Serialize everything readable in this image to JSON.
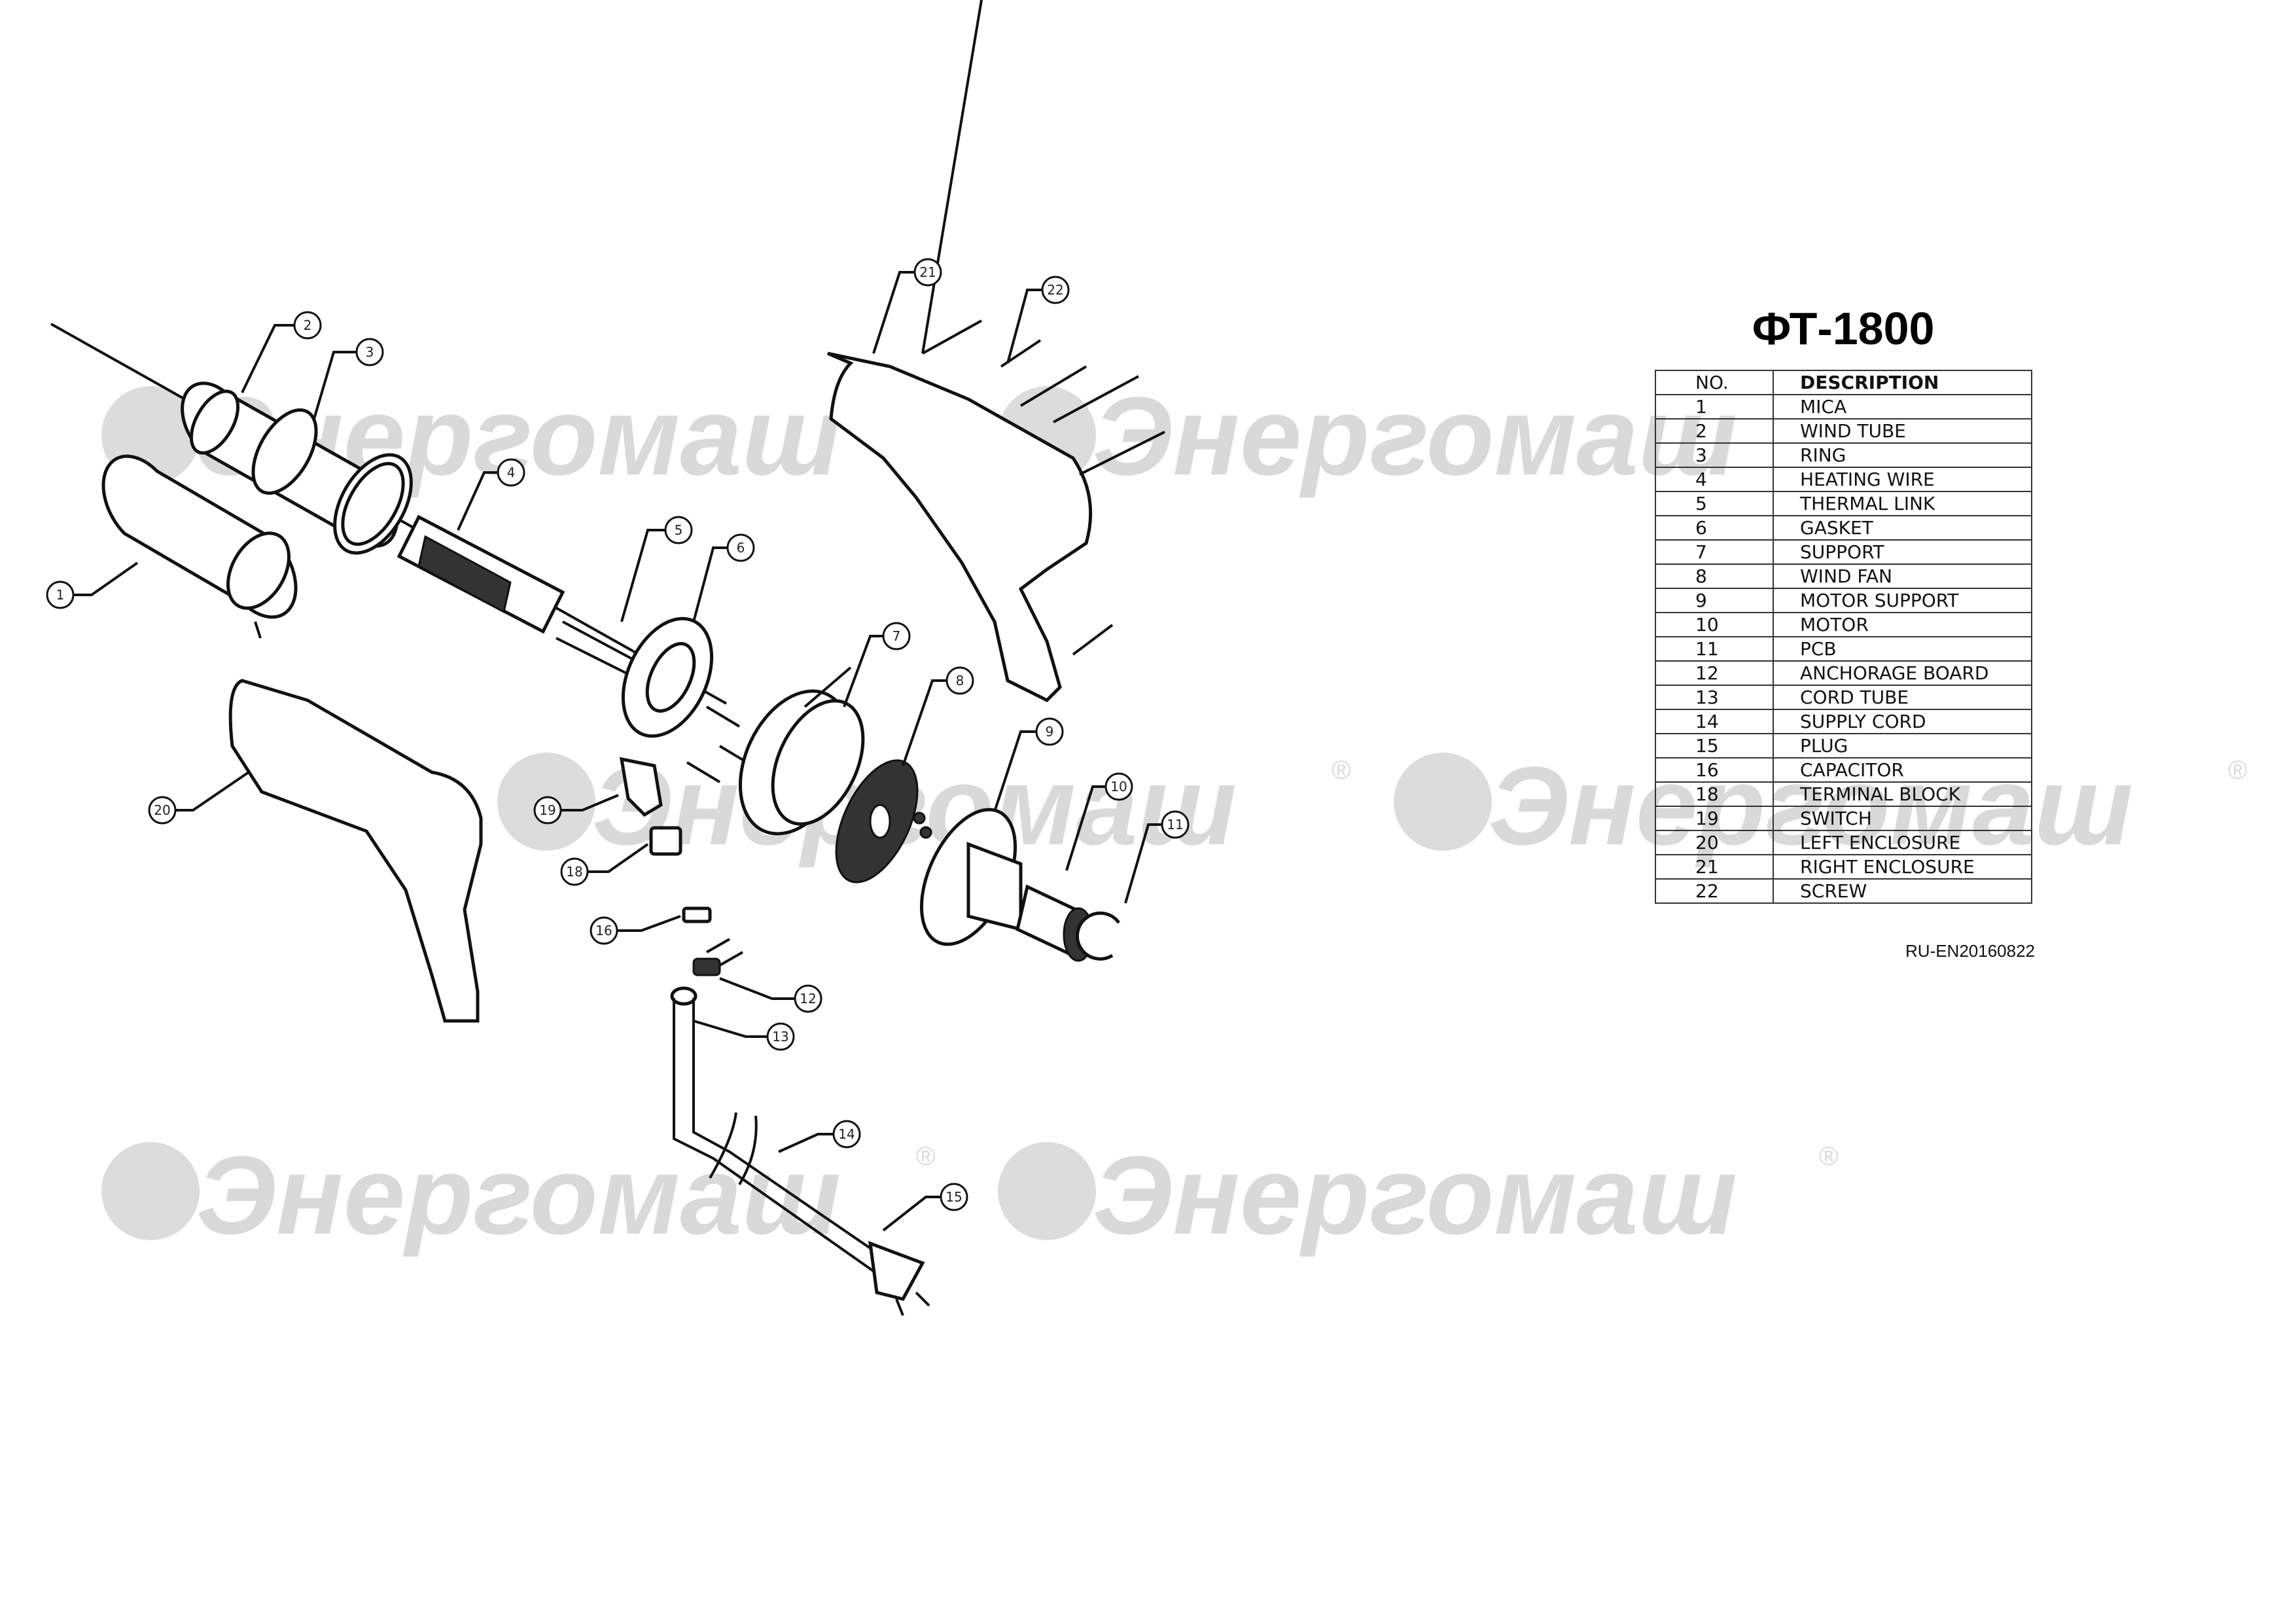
{
  "watermark": {
    "text": "Энергомаш",
    "mark": "®"
  },
  "model_title": "ФТ-1800",
  "table": {
    "headers": {
      "no": "NO.",
      "description": "DESCRIPTION"
    },
    "rows": [
      {
        "no": "1",
        "description": "MICA"
      },
      {
        "no": "2",
        "description": "WIND TUBE"
      },
      {
        "no": "3",
        "description": "RING"
      },
      {
        "no": "4",
        "description": "HEATING WIRE"
      },
      {
        "no": "5",
        "description": "THERMAL LINK"
      },
      {
        "no": "6",
        "description": "GASKET"
      },
      {
        "no": "7",
        "description": "SUPPORT"
      },
      {
        "no": "8",
        "description": "WIND FAN"
      },
      {
        "no": "9",
        "description": "MOTOR SUPPORT"
      },
      {
        "no": "10",
        "description": "MOTOR"
      },
      {
        "no": "11",
        "description": "PCB"
      },
      {
        "no": "12",
        "description": "ANCHORAGE BOARD"
      },
      {
        "no": "13",
        "description": "CORD TUBE"
      },
      {
        "no": "14",
        "description": "SUPPLY CORD"
      },
      {
        "no": "15",
        "description": "PLUG"
      },
      {
        "no": "16",
        "description": "CAPACITOR"
      },
      {
        "no": "18",
        "description": "TERMINAL BLOCK"
      },
      {
        "no": "19",
        "description": "SWITCH"
      },
      {
        "no": "20",
        "description": "LEFT ENCLOSURE"
      },
      {
        "no": "21",
        "description": "RIGHT ENCLOSURE"
      },
      {
        "no": "22",
        "description": "SCREW"
      }
    ]
  },
  "document_code": "RU-EN20160822",
  "callouts": [
    "1",
    "2",
    "3",
    "4",
    "5",
    "6",
    "7",
    "8",
    "9",
    "10",
    "11",
    "12",
    "13",
    "14",
    "15",
    "16",
    "18",
    "19",
    "20",
    "21",
    "22"
  ]
}
